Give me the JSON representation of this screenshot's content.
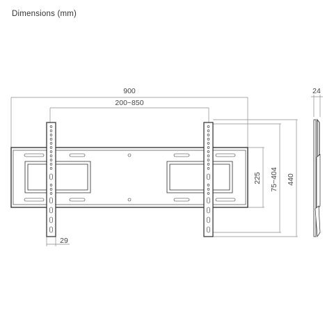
{
  "title": "Dimensions (mm)",
  "dimensions": {
    "overall_width": "900",
    "vesa_width": "200~850",
    "frame_height": "225",
    "vesa_height": "75~404",
    "overall_height": "440",
    "depth": "24",
    "arm_width": "29"
  },
  "colors": {
    "line": "#2a2a2a",
    "dimension_line": "#888888",
    "text": "#444444"
  }
}
